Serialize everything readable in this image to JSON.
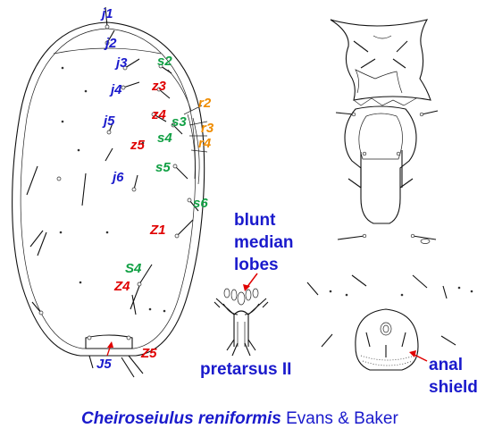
{
  "labels": {
    "j1": "j1",
    "j2": "j2",
    "j3": "j3",
    "j4": "j4",
    "j5": "j5",
    "j6": "j6",
    "z3": "z3",
    "z4": "z4",
    "z5": "z5",
    "s2": "s2",
    "s3": "s3",
    "s4": "s4",
    "s5": "s5",
    "s6": "s6",
    "r2": "r2",
    "r3": "r3",
    "r4": "r4",
    "Z1": "Z1",
    "Z4": "Z4",
    "Z5": "Z5",
    "S4": "S4",
    "J5": "J5"
  },
  "annotations": {
    "blunt_line1": "blunt",
    "blunt_line2": "median",
    "blunt_line3": "lobes",
    "pretarsus": "pretarsus II",
    "anal_line1": "anal",
    "anal_line2": "shield"
  },
  "caption": {
    "species": "Cheiroseiulus reniformis",
    "authority": " Evans & Baker"
  },
  "colors": {
    "blue": "#1a1acc",
    "red": "#e00000",
    "green": "#11a044",
    "orange": "#ef8c00"
  }
}
